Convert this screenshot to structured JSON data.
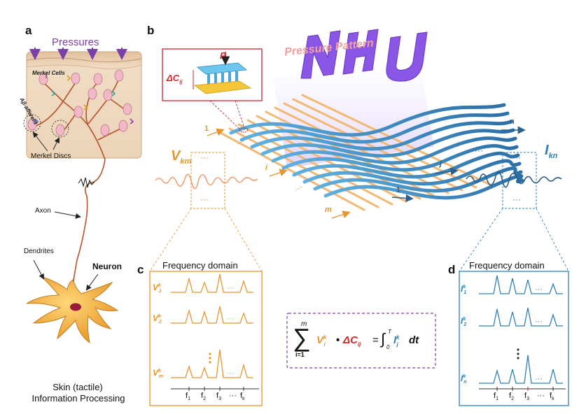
{
  "panels": {
    "a": "a",
    "b": "b",
    "c": "c",
    "d": "d"
  },
  "skin": {
    "pressures": "Pressures",
    "merkel_cells": "Merkel Cells",
    "afferent": "Aβ-afferent",
    "merkel_discs": "Merkel Discs",
    "axon": "Axon",
    "dendrites": "Dendrites",
    "neuron": "Neuron",
    "caption_line1": "Skin (tactile)",
    "caption_line2": "Information Processing"
  },
  "device": {
    "pressure_pattern": "Pressure Pattern",
    "p_label": "P",
    "delta_c": "ΔC",
    "delta_c_sub": "ij",
    "v_label": "V",
    "v_sub": "km",
    "i_label": "I",
    "i_sub": "kn",
    "index_one_top": "1",
    "index_i": "i",
    "index_m": "m",
    "index_one_bottom": "1",
    "index_j": "j",
    "index_n": "n",
    "dots": "···"
  },
  "freq_c": {
    "title": "Frequency domain",
    "rows": [
      {
        "sym": "V",
        "sup": "k",
        "sub": "1"
      },
      {
        "sym": "V",
        "sup": "k",
        "sub": "2"
      },
      {
        "sym": "V",
        "sup": "k",
        "sub": "m"
      }
    ],
    "ticks": [
      "f1",
      "f2",
      "f3",
      "···",
      "fk"
    ],
    "accent": "#e8952e"
  },
  "freq_d": {
    "title": "Frequency domain",
    "rows": [
      {
        "sym": "I",
        "sup": "k",
        "sub": "1"
      },
      {
        "sym": "I",
        "sup": "k",
        "sub": "2"
      },
      {
        "sym": "I",
        "sup": "k",
        "sub": "n"
      }
    ],
    "ticks": [
      "f1",
      "f2",
      "f3",
      "···",
      "fk"
    ],
    "accent": "#2e7fb8"
  },
  "equation": {
    "sum_top": "m",
    "sum_bottom": "i=1",
    "v": "V",
    "v_sup": "k",
    "v_sub": "i",
    "dot": "•",
    "dc": "ΔC",
    "dc_sub": "ij",
    "equals": "=",
    "integral": "∫",
    "int_top": "T",
    "int_bottom": "0",
    "i": "I",
    "i_sup": "k",
    "i_sub": "j",
    "dt": "dt"
  },
  "colors": {
    "orange": "#e8952e",
    "blue": "#2e7fb8",
    "purple": "#7b3fa8",
    "skin": "#e8cdae",
    "neuron": "#f0a632",
    "red": "#d42a2a"
  }
}
